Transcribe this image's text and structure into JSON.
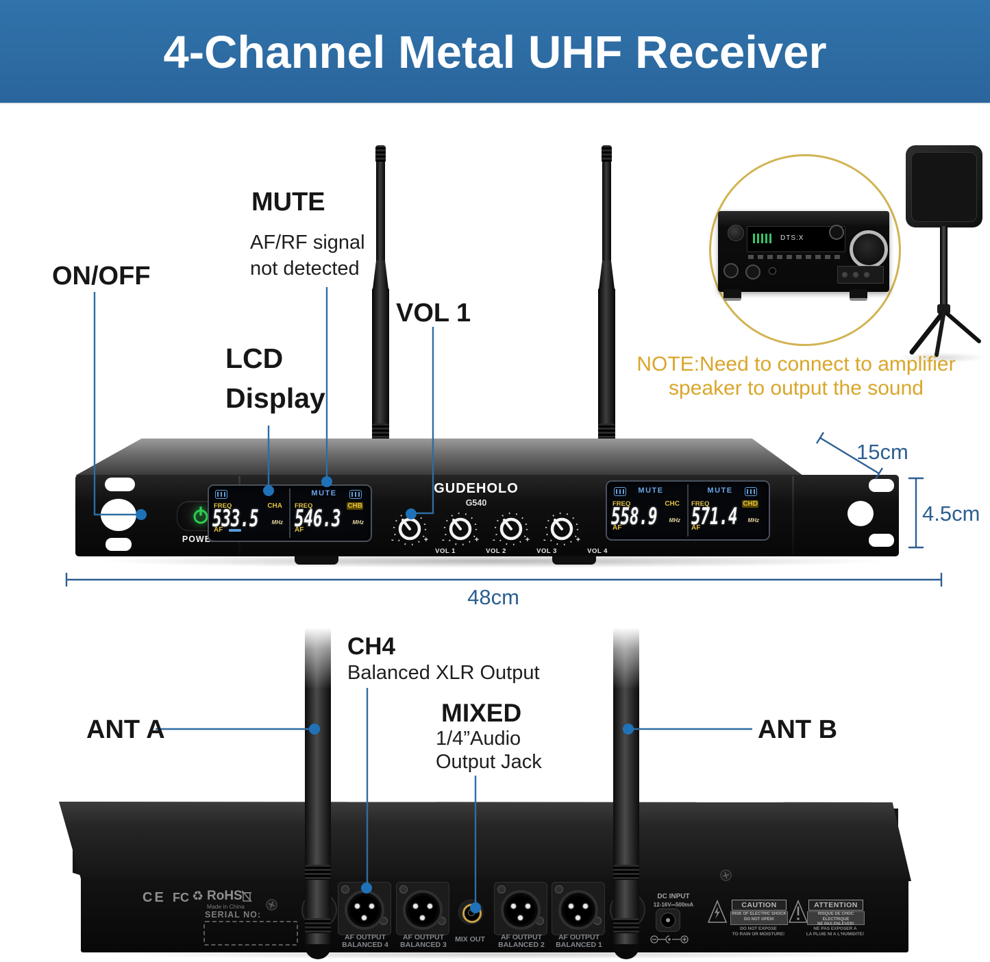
{
  "banner": {
    "title": "4-Channel Metal UHF Receiver",
    "bg_color": "#2c6aa0",
    "text_color": "#ffffff"
  },
  "colors": {
    "callout_blue": "#2e6da4",
    "dot_blue": "#1f72b8",
    "dimension_blue": "#2b5f91",
    "note_gold": "#d9a62a",
    "lcd_yellow": "#e3c143",
    "lcd_blue": "#6aa6e8",
    "power_green": "#2ece52",
    "gold_ring": "#d2b352"
  },
  "annotations": {
    "on_off": {
      "label": "ON/OFF"
    },
    "mute": {
      "label": "MUTE",
      "desc_line1": "AF/RF signal",
      "desc_line2": "not detected"
    },
    "lcd": {
      "line1": "LCD",
      "line2": "Display"
    },
    "vol1": {
      "label": "VOL 1"
    },
    "ch4": {
      "label": "CH4",
      "desc": "Balanced XLR Output"
    },
    "mixed": {
      "label": "MIXED",
      "desc_line1": "1/4”Audio",
      "desc_line2": "Output Jack"
    },
    "ant_a": {
      "label": "ANT A"
    },
    "ant_b": {
      "label": "ANT B"
    },
    "note_line1": "NOTE:Need to connect to amplifier",
    "note_line2": "speaker to output the sound"
  },
  "dimensions": {
    "width": "48cm",
    "depth": "15cm",
    "height": "4.5cm"
  },
  "front_panel": {
    "brand": "GUDEHOLO",
    "model": "G540",
    "power_label": "POWER",
    "channels": [
      {
        "name": "CHA",
        "freq_label": "FREQ",
        "freq": "533.5",
        "unit": "MHz",
        "af_label": "AF",
        "mute_label": ""
      },
      {
        "name": "CHB",
        "freq_label": "FREQ",
        "freq": "546.3",
        "unit": "MHz",
        "af_label": "AF",
        "mute_label": "MUTE"
      },
      {
        "name": "CHC",
        "freq_label": "FREQ",
        "freq": "558.9",
        "unit": "MHz",
        "af_label": "AF",
        "mute_label": "MUTE"
      },
      {
        "name": "CHD",
        "freq_label": "FREQ",
        "freq": "571.4",
        "unit": "MHz",
        "af_label": "AF",
        "mute_label": "MUTE"
      }
    ],
    "knobs": [
      {
        "label": "VOL 1"
      },
      {
        "label": "VOL 2"
      },
      {
        "label": "VOL 3"
      },
      {
        "label": "VOL 4"
      }
    ],
    "knob_minus": "-",
    "knob_plus": "+"
  },
  "rear_panel": {
    "certifications": {
      "ce": "CE",
      "fcc": "FC",
      "rohs": "RoHS",
      "made_in": "Made in China"
    },
    "serial_label": "SERIAL NO:",
    "xlr_outputs": [
      {
        "line1": "AF OUTPUT",
        "line2": "BALANCED 4"
      },
      {
        "line1": "AF OUTPUT",
        "line2": "BALANCED 3"
      },
      {
        "line1": "AF OUTPUT",
        "line2": "BALANCED 2"
      },
      {
        "line1": "AF OUTPUT",
        "line2": "BALANCED 1"
      }
    ],
    "mix_out_label": "MIX OUT",
    "dc_input": {
      "line1": "DC INPUT",
      "line2": "12-16V⎓500mA"
    },
    "caution": {
      "header": "CAUTION",
      "box_line1": "RISK OF ELECTRIC SHOCK",
      "box_line2": "DO NOT OPEN!",
      "foot_line1": "DO NOT EXPOSE",
      "foot_line2": "TO RAIN OR MOISTURE!"
    },
    "attention": {
      "header": "ATTENTION",
      "box_line1": "RISQUE DE CHOC ELECTRIQUE",
      "box_line2": "NE PAS ENLEVER!",
      "foot_line1": "NE PAS EXPOSER A",
      "foot_line2": "LA PLUIE NI A L'HUMIDITE!"
    }
  },
  "amplifier_graphic": {
    "display_text": "DTS:X"
  }
}
